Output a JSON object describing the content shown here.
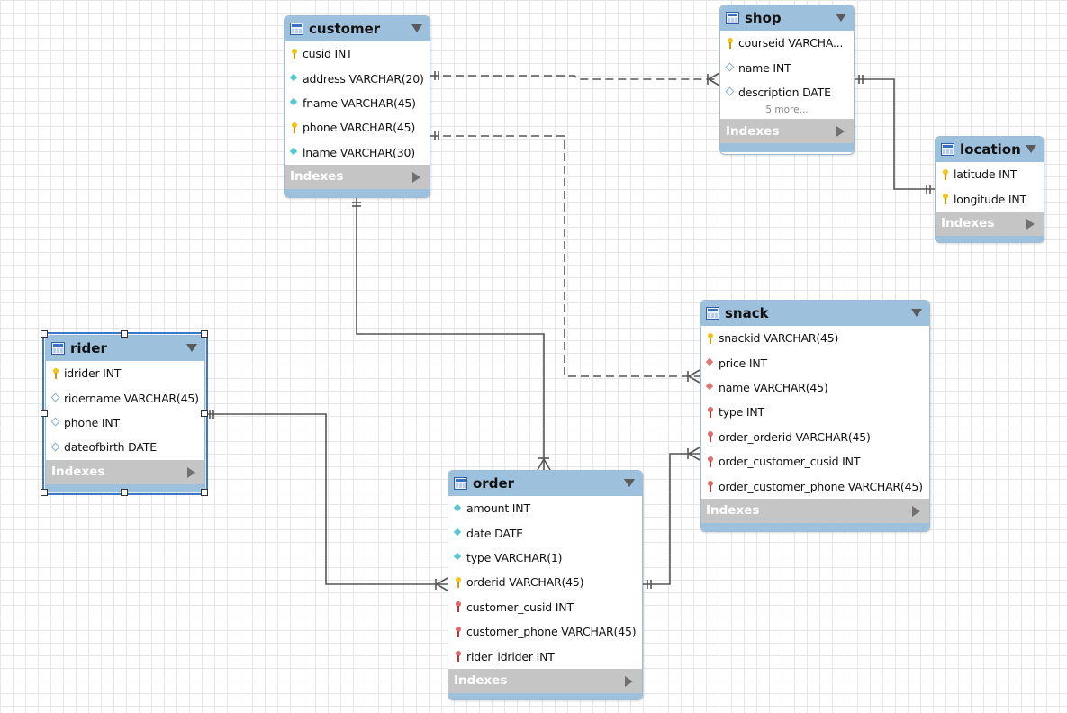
{
  "tables": {
    "customer": {
      "name": "customer",
      "columns": [
        {
          "icon": "key-icon",
          "text": "cusid INT"
        },
        {
          "icon": "diamond-icon",
          "text": "address VARCHAR(20)"
        },
        {
          "icon": "diamond-icon",
          "text": "fname VARCHAR(45)"
        },
        {
          "icon": "key-icon",
          "text": "phone VARCHAR(45)"
        },
        {
          "icon": "diamond-icon",
          "text": "lname VARCHAR(30)"
        }
      ],
      "indexes_label": "Indexes"
    },
    "shop": {
      "name": "shop",
      "columns": [
        {
          "icon": "key-icon",
          "text": "courseid VARCHA..."
        },
        {
          "icon": "empty-diamond-icon",
          "text": "name INT"
        },
        {
          "icon": "empty-diamond-icon",
          "text": "description DATE"
        }
      ],
      "more": "5 more...",
      "indexes_label": "Indexes"
    },
    "location": {
      "name": "location",
      "columns": [
        {
          "icon": "key-icon",
          "text": "latitude INT"
        },
        {
          "icon": "key-icon",
          "text": "longitude INT"
        }
      ],
      "indexes_label": "Indexes"
    },
    "snack": {
      "name": "snack",
      "columns": [
        {
          "icon": "key-icon",
          "text": "snackid VARCHAR(45)"
        },
        {
          "icon": "red-diamond-icon",
          "text": "price INT"
        },
        {
          "icon": "red-diamond-icon",
          "text": "name VARCHAR(45)"
        },
        {
          "icon": "foreign-key-icon",
          "text": "type INT"
        },
        {
          "icon": "foreign-key-icon",
          "text": "order_orderid VARCHAR(45)"
        },
        {
          "icon": "foreign-key-icon",
          "text": "order_customer_cusid INT"
        },
        {
          "icon": "foreign-key-icon",
          "text": "order_customer_phone VARCHAR(45)"
        }
      ],
      "indexes_label": "Indexes"
    },
    "rider": {
      "name": "rider",
      "columns": [
        {
          "icon": "key-icon",
          "text": "idrider INT"
        },
        {
          "icon": "empty-diamond-icon",
          "text": "ridername VARCHAR(45)"
        },
        {
          "icon": "empty-diamond-icon",
          "text": "phone INT"
        },
        {
          "icon": "empty-diamond-icon",
          "text": "dateofbirth DATE"
        }
      ],
      "indexes_label": "Indexes"
    },
    "order": {
      "name": "order",
      "columns": [
        {
          "icon": "diamond-icon",
          "text": "amount INT"
        },
        {
          "icon": "diamond-icon",
          "text": "date DATE"
        },
        {
          "icon": "diamond-icon",
          "text": "type VARCHAR(1)"
        },
        {
          "icon": "key-icon",
          "text": "orderid VARCHAR(45)"
        },
        {
          "icon": "foreign-key-icon",
          "text": "customer_cusid INT"
        },
        {
          "icon": "foreign-key-icon",
          "text": "customer_phone VARCHAR(45)"
        },
        {
          "icon": "foreign-key-icon",
          "text": "rider_idrider INT"
        }
      ],
      "indexes_label": "Indexes"
    }
  },
  "relationships": [
    {
      "from": "customer",
      "to": "shop",
      "style": "dashed",
      "cardinality": "one-to-many"
    },
    {
      "from": "customer",
      "to": "snack",
      "style": "dashed",
      "cardinality": "one-to-many"
    },
    {
      "from": "shop",
      "to": "location",
      "style": "solid",
      "cardinality": "one-to-one"
    },
    {
      "from": "customer",
      "to": "order",
      "style": "solid",
      "cardinality": "one-to-many"
    },
    {
      "from": "rider",
      "to": "order",
      "style": "solid",
      "cardinality": "one-to-many"
    },
    {
      "from": "order",
      "to": "snack",
      "style": "solid",
      "cardinality": "one-to-many"
    }
  ],
  "colors": {
    "header": "#9dc1dc",
    "indexes_bar": "#c5c5c5",
    "line": "#555555",
    "selection": "#3a77c8"
  }
}
